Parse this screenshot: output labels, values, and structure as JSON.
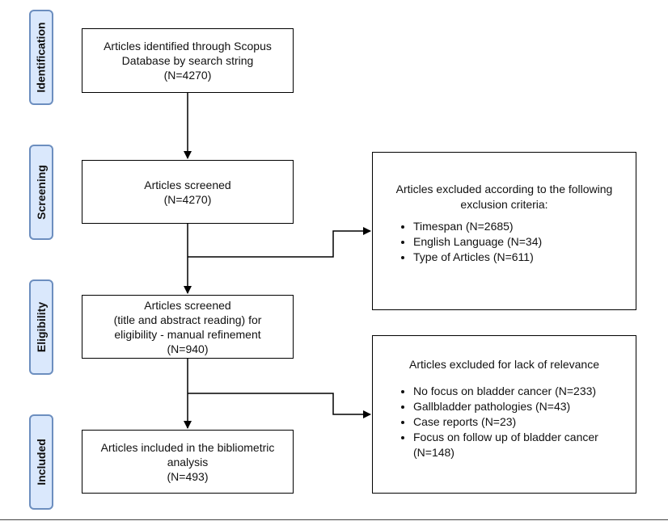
{
  "stages": [
    "Identification",
    "Screening",
    "Eligibility",
    "Included"
  ],
  "boxes": {
    "identified": {
      "lines": [
        "Articles identified through Scopus",
        "Database by search string",
        "(N=4270)"
      ]
    },
    "screened": {
      "lines": [
        "Articles screened",
        "(N=4270)"
      ]
    },
    "eligibility": {
      "lines": [
        "Articles screened",
        "(title and abstract reading) for",
        "eligibility - manual refinement",
        "(N=940)"
      ]
    },
    "included": {
      "lines": [
        "Articles included in the bibliometric",
        "analysis",
        "(N=493)"
      ]
    }
  },
  "exclusions": {
    "criteria": {
      "header": [
        "Articles excluded according to the following",
        "exclusion criteria:"
      ],
      "items": [
        "Timespan (N=2685)",
        "English Language (N=34)",
        "Type of Articles (N=611)"
      ]
    },
    "relevance": {
      "header": [
        "Articles excluded for lack of relevance"
      ],
      "items": [
        "No focus on bladder cancer (N=233)",
        "Gallbladder pathologies (N=43)",
        "Case reports (N=23)",
        "Focus on follow up of bladder cancer (N=148)"
      ]
    }
  }
}
